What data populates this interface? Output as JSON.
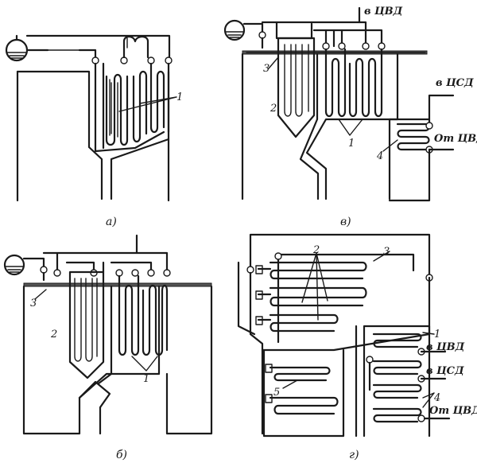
{
  "panels": {
    "a": {
      "caption": "а)",
      "labels": {
        "n1": "1"
      }
    },
    "v": {
      "caption": "в)",
      "labels": {
        "n1": "1",
        "n2": "2",
        "n3": "3",
        "n4": "4",
        "to_hp": "в ЦВД",
        "to_ip": "в ЦСД",
        "from_hp": "От ЦВД"
      }
    },
    "b": {
      "caption": "б)",
      "labels": {
        "n1": "1",
        "n2": "2",
        "n3": "3"
      }
    },
    "g": {
      "caption": "г)",
      "labels": {
        "n1": "1",
        "n2": "2",
        "n3": "3",
        "n4": "4",
        "n5": "5",
        "to_hp": "в ЦВД",
        "to_ip": "в ЦСД",
        "from_hp": "От ЦВД"
      }
    }
  }
}
